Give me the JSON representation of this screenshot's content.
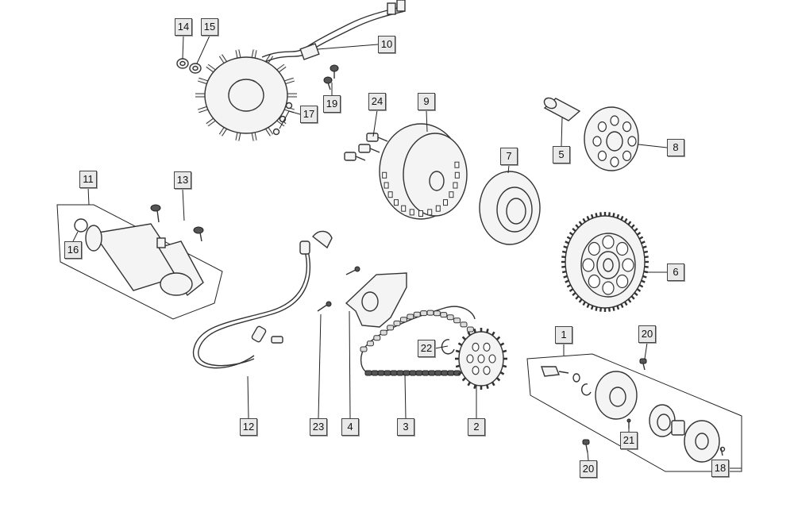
{
  "callouts": [
    {
      "id": "c14",
      "label": "14"
    },
    {
      "id": "c15",
      "label": "15"
    },
    {
      "id": "c10",
      "label": "10"
    },
    {
      "id": "c19",
      "label": "19"
    },
    {
      "id": "c17",
      "label": "17"
    },
    {
      "id": "c24",
      "label": "24"
    },
    {
      "id": "c9",
      "label": "9"
    },
    {
      "id": "c5",
      "label": "5"
    },
    {
      "id": "c8",
      "label": "8"
    },
    {
      "id": "c7",
      "label": "7"
    },
    {
      "id": "c11",
      "label": "11"
    },
    {
      "id": "c13",
      "label": "13"
    },
    {
      "id": "c16",
      "label": "16"
    },
    {
      "id": "c6",
      "label": "6"
    },
    {
      "id": "c22",
      "label": "22"
    },
    {
      "id": "c1",
      "label": "1"
    },
    {
      "id": "c20a",
      "label": "20"
    },
    {
      "id": "c21",
      "label": "21"
    },
    {
      "id": "c20b",
      "label": "20"
    },
    {
      "id": "c18",
      "label": "18"
    },
    {
      "id": "c12",
      "label": "12"
    },
    {
      "id": "c23",
      "label": "23"
    },
    {
      "id": "c4",
      "label": "4"
    },
    {
      "id": "c3",
      "label": "3"
    },
    {
      "id": "c2",
      "label": "2"
    }
  ]
}
